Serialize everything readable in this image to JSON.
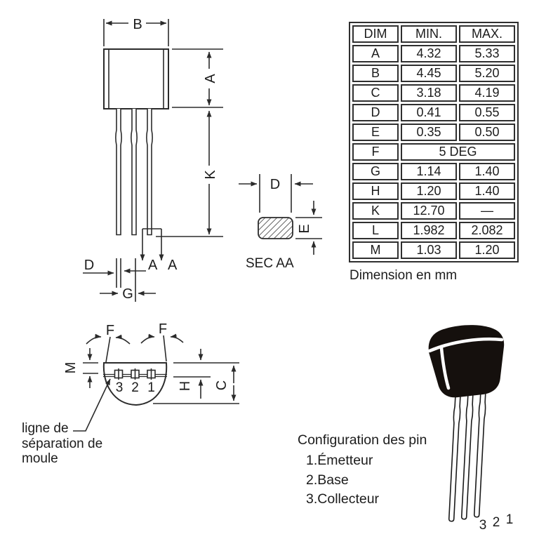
{
  "drawing": {
    "front_view": {
      "dim_b": "B",
      "dim_a": "A",
      "dim_k": "K",
      "dim_d": "D",
      "dim_g": "G",
      "section_cut_labels": [
        "A",
        "A"
      ]
    },
    "section_aa": {
      "dim_d": "D",
      "dim_e": "E",
      "caption": "SEC  AA"
    },
    "bottom_view": {
      "dim_f_left": "F",
      "dim_f_right": "F",
      "dim_m": "M",
      "dim_h": "H",
      "dim_c": "C",
      "pin_numbers": [
        "3",
        "2",
        "1"
      ],
      "mold_line_label": {
        "line1": "ligne de",
        "line2": "séparation de",
        "line3": "moule"
      }
    },
    "photo_3d": {
      "pin_numbers": [
        "3",
        "2",
        "1"
      ]
    }
  },
  "dimension_table": {
    "headers": [
      "DIM",
      "MIN.",
      "MAX."
    ],
    "rows": [
      {
        "dim": "A",
        "min": "4.32",
        "max": "5.33"
      },
      {
        "dim": "B",
        "min": "4.45",
        "max": "5.20"
      },
      {
        "dim": "C",
        "min": "3.18",
        "max": "4.19"
      },
      {
        "dim": "D",
        "min": "0.41",
        "max": "0.55"
      },
      {
        "dim": "E",
        "min": "0.35",
        "max": "0.50"
      },
      {
        "dim": "F",
        "span": "5 DEG"
      },
      {
        "dim": "G",
        "min": "1.14",
        "max": "1.40"
      },
      {
        "dim": "H",
        "min": "1.20",
        "max": "1.40"
      },
      {
        "dim": "K",
        "min": "12.70",
        "max": "—"
      },
      {
        "dim": "L",
        "min": "1.982",
        "max": "2.082"
      },
      {
        "dim": "M",
        "min": "1.03",
        "max": "1.20"
      }
    ],
    "caption": "Dimension en mm"
  },
  "pin_configuration": {
    "title": "Configuration des pin",
    "items": [
      "1.Émetteur",
      "2.Base",
      "3.Collecteur"
    ]
  },
  "colors": {
    "line": "#2b2b2b",
    "text": "#1c1c1c",
    "package_body": "#15100d",
    "background": "#ffffff"
  }
}
